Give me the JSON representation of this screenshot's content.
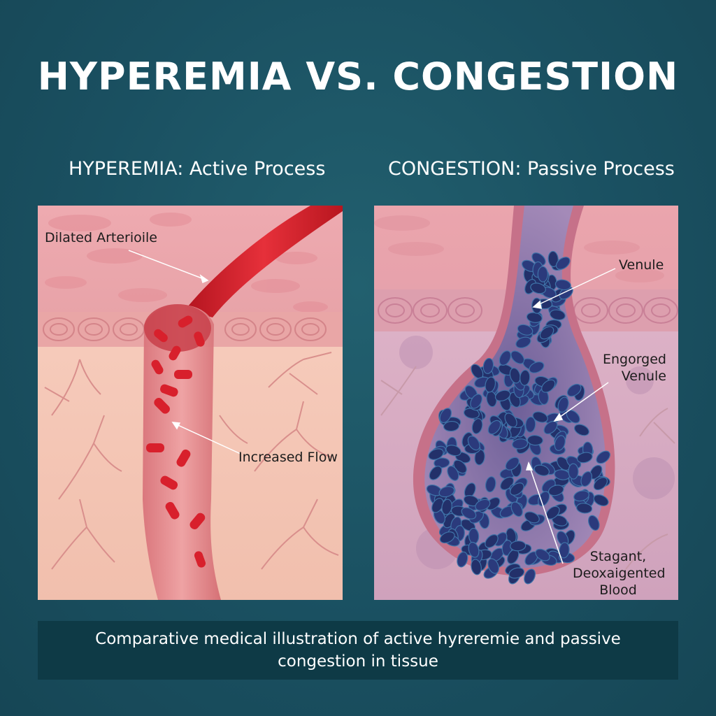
{
  "title": "HYPEREMIA VS. CONGESTION",
  "panels": {
    "left": {
      "heading": "HYPEREMIA: Active Process",
      "labels": {
        "dilated_arteriole": "Dilated Arterioile",
        "increased_flow": "Increased Flow"
      }
    },
    "right": {
      "heading": "CONGESTION: Passive Process",
      "labels": {
        "venule": "Venule",
        "engorged_venule_line1": "Engorged",
        "engorged_venule_line2": "Venule",
        "stagnant_line1": "Stagant,",
        "stagnant_line2": "Deoxaigented",
        "stagnant_line3": "Blood"
      }
    }
  },
  "caption": "Comparative medical illustration of active hyreremie and passive congestion in tissue",
  "colors": {
    "background": "#1b5566",
    "caption_box": "#0e3a46",
    "arteriole_red": "#d92a35",
    "venous_blue": "#2e3f82",
    "tissue_pink": "#f3c4b6",
    "tissue_mauve": "#d3a7c1"
  }
}
